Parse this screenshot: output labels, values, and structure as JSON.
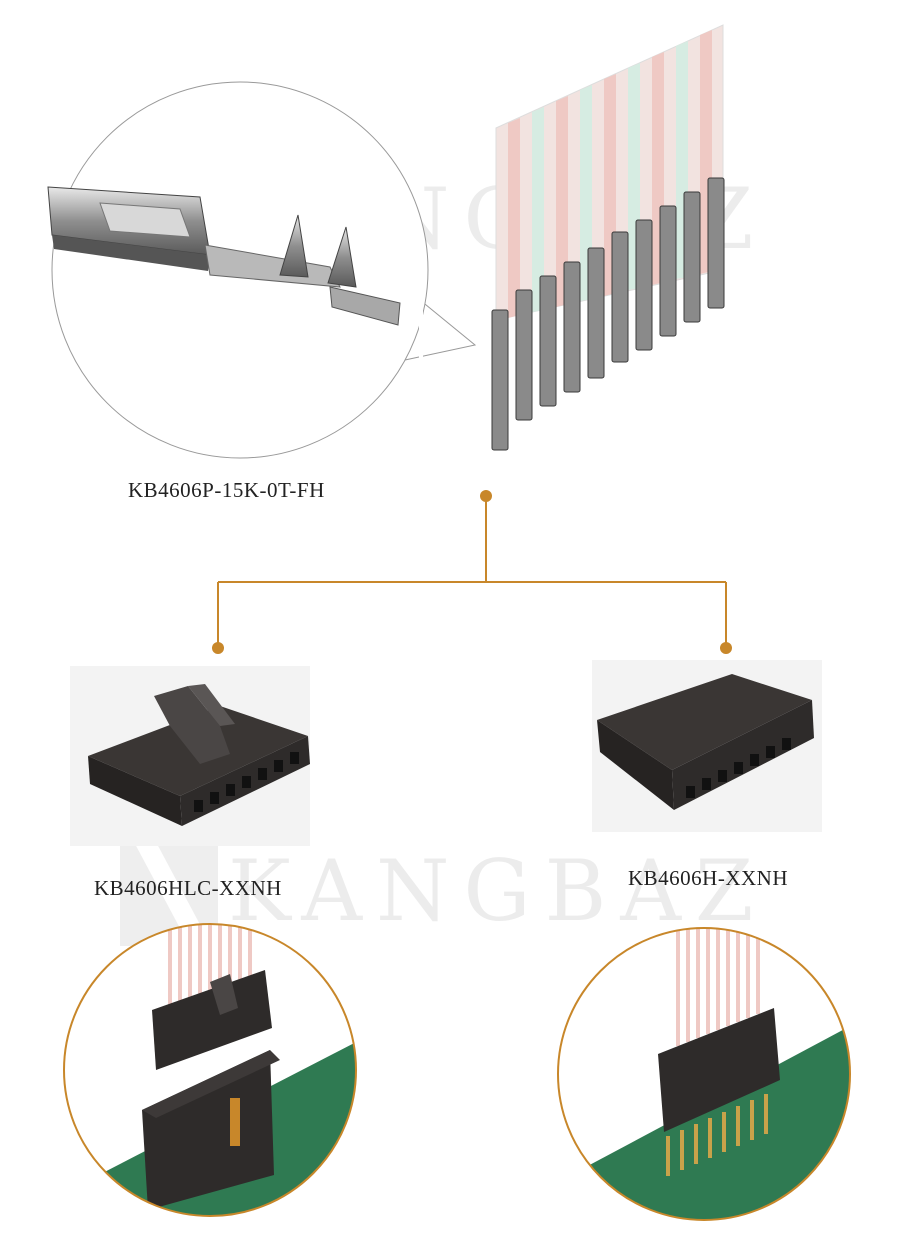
{
  "watermark": {
    "brand_text": "KANGBAZ"
  },
  "products": {
    "terminal": {
      "part_number": "KB4606P-15K-0T-FH"
    },
    "housing_latch": {
      "part_number": "KB4606HLC-XXNH"
    },
    "housing_plain": {
      "part_number": "KB4606H-XXNH"
    }
  },
  "colors": {
    "connector_line": "#c8872a",
    "pcb_green": "#2f7a52",
    "housing_dark": "#2e2b2a",
    "metal": "#9a9a9a",
    "wire_pink": "#efc9c4",
    "wire_mint": "#d6ece2"
  }
}
